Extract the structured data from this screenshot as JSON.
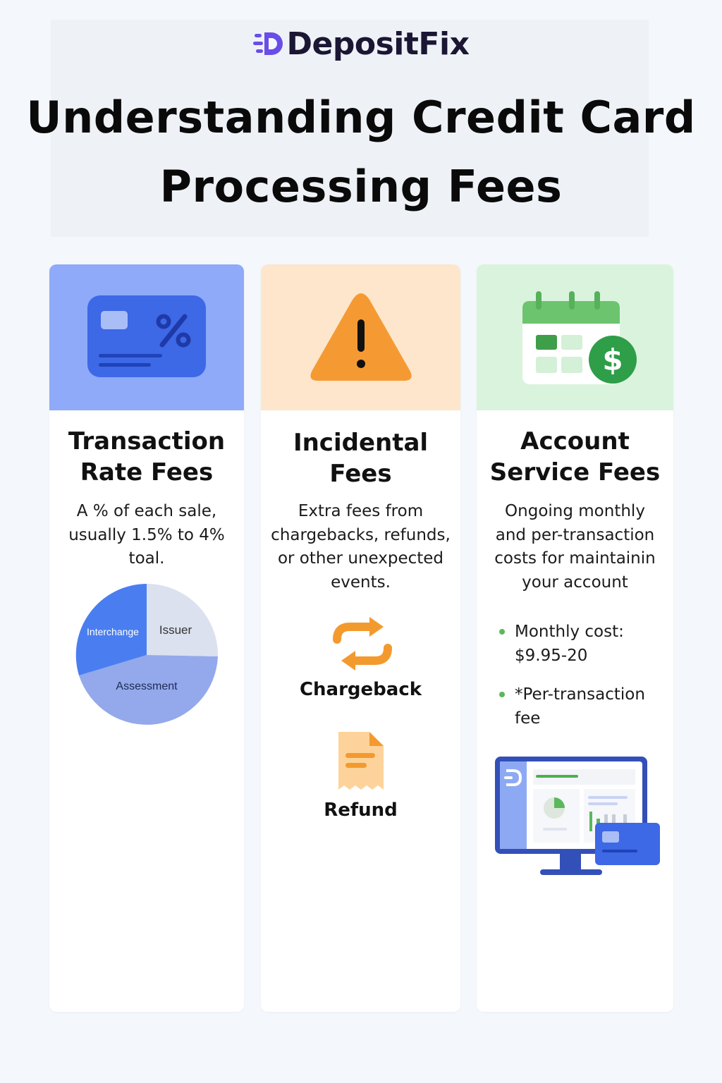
{
  "brand": {
    "name": "DepositFix",
    "accent": "#6a4de8"
  },
  "page": {
    "title_line1": "Understanding Credit Card",
    "title_line2": "Processing Fees"
  },
  "columns": [
    {
      "id": "transaction",
      "title_line1": "Transaction",
      "title_line2": "Rate Fees",
      "desc_lines": [
        "A % of each sale,",
        "usually 1.5% to 4% toal."
      ],
      "header_color": "#8eaaf8",
      "icon": "credit-card-percent-icon",
      "pie": {
        "type": "pie",
        "slices": [
          {
            "label": "Interchange",
            "color": "#4a7ef0"
          },
          {
            "label": "Issuer",
            "color": "#dbe1ee"
          },
          {
            "label": "Assessment",
            "color": "#93a9eb"
          }
        ]
      }
    },
    {
      "id": "incidental",
      "title_line1": "Incidental",
      "title_line2": "Fees",
      "desc_lines": [
        "Extra fees from",
        "chargebacks, refunds,",
        "or other unexpected",
        "events."
      ],
      "header_color": "#fde6cc",
      "icon": "warning-triangle-icon",
      "items": [
        {
          "label": "Chargeback",
          "icon": "refresh-arrows-icon"
        },
        {
          "label": "Refund",
          "icon": "document-icon"
        }
      ]
    },
    {
      "id": "account",
      "title_line1": "Account",
      "title_line2": "Service Fees",
      "desc_lines": [
        "Ongoing monthly",
        "and per-transaction",
        "costs for maintainin",
        "your account"
      ],
      "header_color": "#daf3dd",
      "icon": "calendar-dollar-icon",
      "bullets": [
        {
          "line1": "Monthly cost:",
          "line2": "$9.95-20"
        },
        {
          "line1": "*Per-transaction",
          "line2": "fee"
        }
      ],
      "illustration": "monitor-dashboard-icon"
    }
  ]
}
